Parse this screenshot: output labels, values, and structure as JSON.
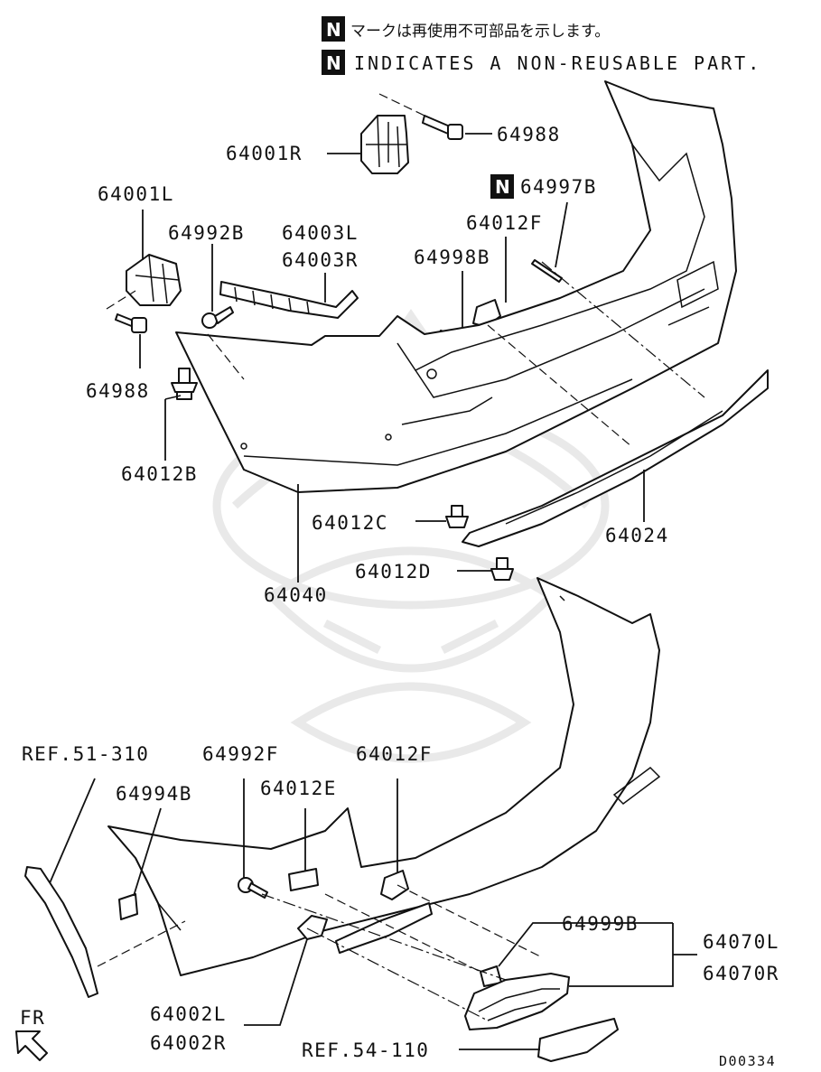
{
  "notes": {
    "n_badge": "N",
    "japanese": "マークは再使用不可部品を示します。",
    "english": "INDICATES A NON-REUSABLE PART."
  },
  "labels": {
    "p64988_top": "64988",
    "p64001R": "64001R",
    "p64997B": "64997B",
    "p64001L": "64001L",
    "p64992B": "64992B",
    "p64003L": "64003L",
    "p64003R": "64003R",
    "p64012F_top": "64012F",
    "p64998B": "64998B",
    "p64988_left": "64988",
    "p64012B": "64012B",
    "p64012C": "64012C",
    "p64024": "64024",
    "p64012D": "64012D",
    "p64040": "64040",
    "ref51": "REF.51-310",
    "p64992F": "64992F",
    "p64012F_bottom": "64012F",
    "p64994B": "64994B",
    "p64012E": "64012E",
    "p64999B": "64999B",
    "p64070L": "64070L",
    "p64070R": "64070R",
    "p64002L": "64002L",
    "p64002R": "64002R",
    "ref54": "REF.54-110",
    "fr": "FR",
    "code": "D00334"
  },
  "icons": {
    "watermark": "samurai-helmet-watermark",
    "direction": "front-direction-arrow-icon",
    "non_reusable": "non-reusable-badge-icon"
  }
}
